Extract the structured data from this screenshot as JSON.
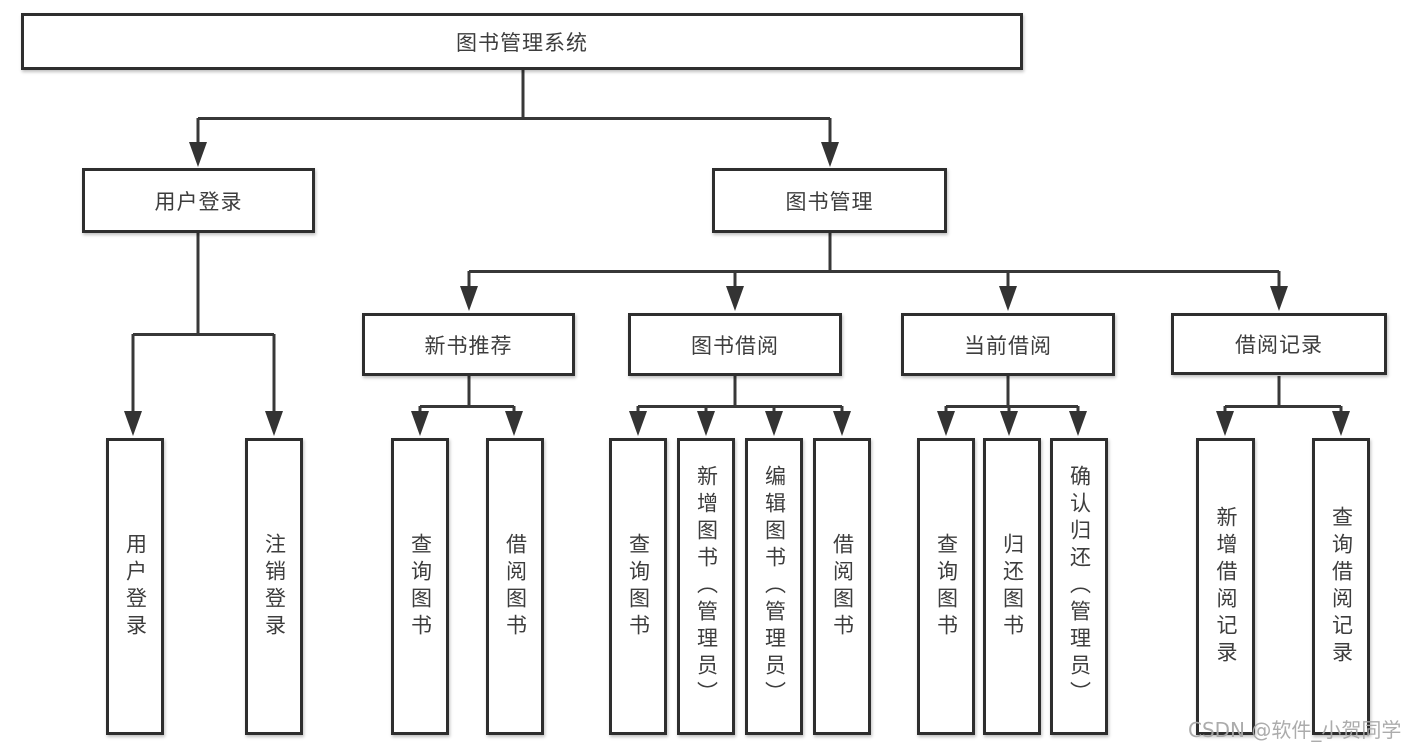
{
  "tree": {
    "root": "图书管理系统",
    "branches": [
      "用户登录",
      "图书管理"
    ],
    "sections": [
      "新书推荐",
      "图书借阅",
      "当前借阅",
      "借阅记录"
    ],
    "leaves": [
      "用户登录",
      "注销登录",
      "查询图书",
      "借阅图书",
      "查询图书",
      "新增图书（管理员）",
      "编辑图书（管理员）",
      "借阅图书",
      "查询图书",
      "归还图书",
      "确认归还（管理员）",
      "新增借阅记录",
      "查询借阅记录"
    ]
  },
  "hierarchy": {
    "图书管理系统": {
      "用户登录": [
        "用户登录",
        "注销登录"
      ],
      "图书管理": {
        "新书推荐": [
          "查询图书",
          "借阅图书"
        ],
        "图书借阅": [
          "查询图书",
          "新增图书（管理员）",
          "编辑图书（管理员）",
          "借阅图书"
        ],
        "当前借阅": [
          "查询图书",
          "归还图书",
          "确认归还（管理员）"
        ],
        "借阅记录": [
          "新增借阅记录",
          "查询借阅记录"
        ]
      }
    }
  },
  "watermark": {
    "text": "CSDN @软件_小贺同学"
  },
  "colors": {
    "background": "#ffffff",
    "line": "#383838",
    "box_border": "#2e2e2e",
    "text": "#3d3d3d",
    "watermark": "#a8a8a8"
  }
}
